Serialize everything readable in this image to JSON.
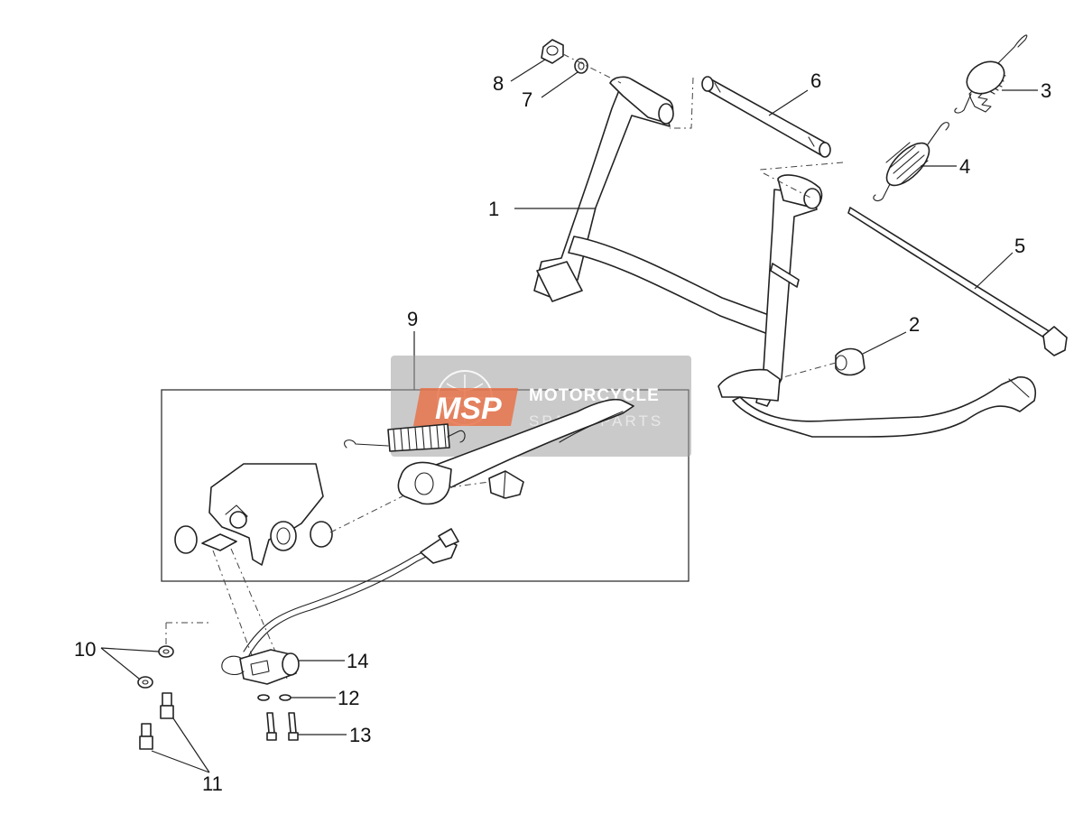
{
  "callouts": {
    "c1": "1",
    "c2": "2",
    "c3": "3",
    "c4": "4",
    "c5": "5",
    "c6": "6",
    "c7": "7",
    "c8": "8",
    "c9": "9",
    "c10": "10",
    "c11": "11",
    "c12": "12",
    "c13": "13",
    "c14": "14"
  },
  "watermark": {
    "logo": "MSP",
    "line1": "MOTORCYCLE",
    "line2": "SPARE PARTS"
  },
  "colors": {
    "line": "#222222",
    "watermark_bg": "#9e9e9e",
    "watermark_logo": "#e8734a"
  }
}
